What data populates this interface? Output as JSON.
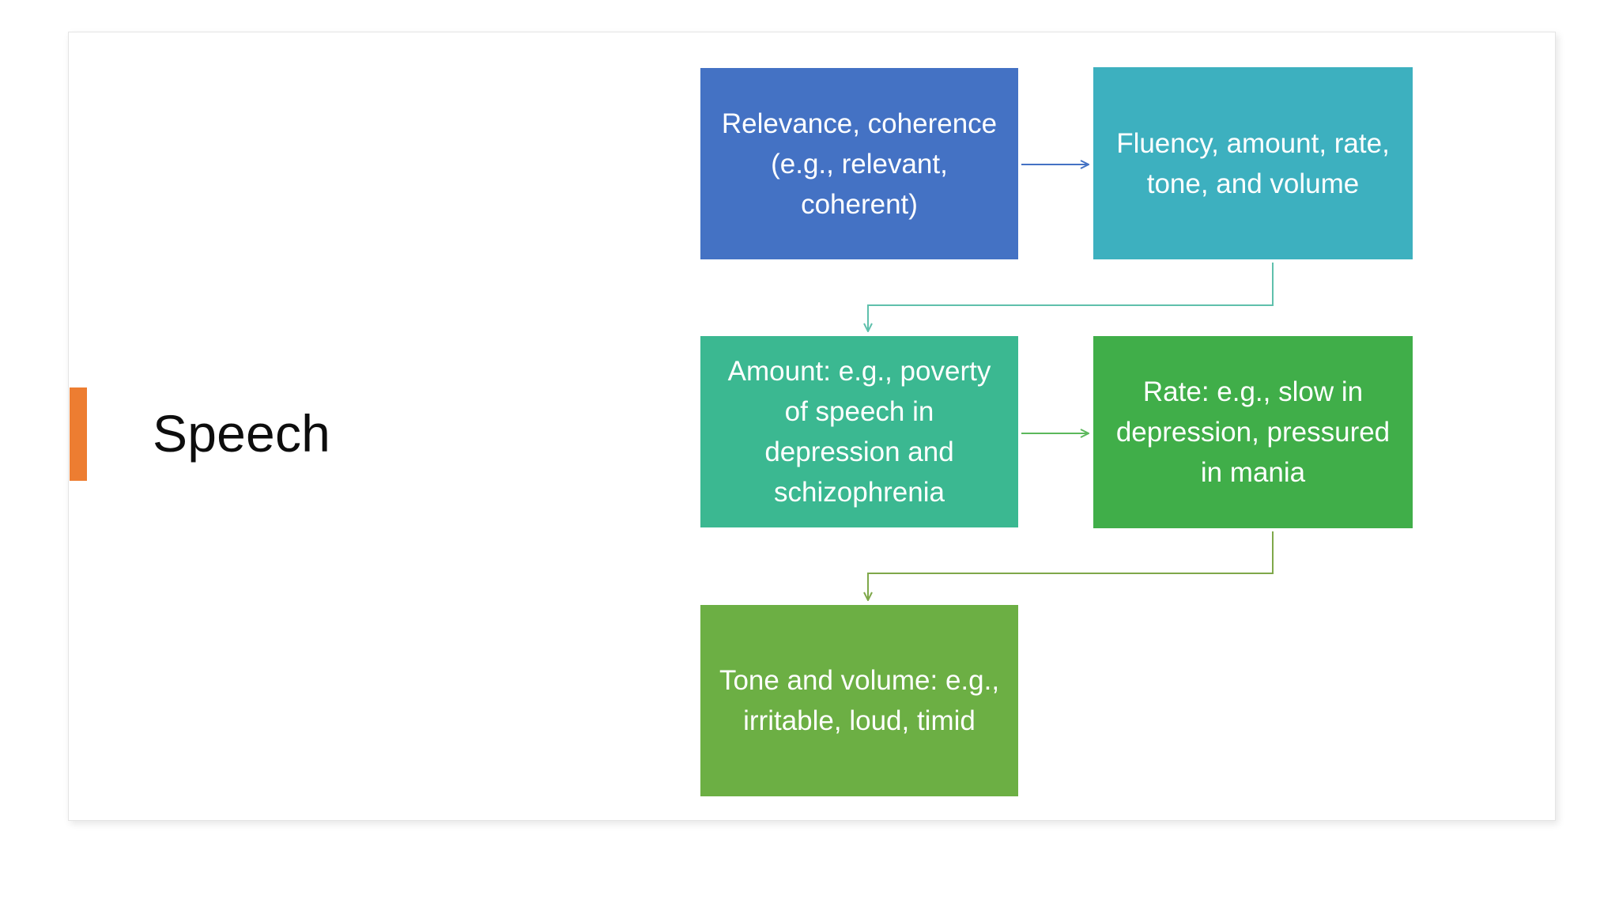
{
  "slide": {
    "title": "Speech",
    "background_color": "#ffffff",
    "frame_border_color": "#e4e4e4",
    "accent_bar_color": "#ED7D31"
  },
  "diagram": {
    "type": "process-flow",
    "boxes": [
      {
        "id": "relevance",
        "label": "Relevance, coherence (e.g., relevant, coherent)",
        "color": "#4472C4",
        "row": 1,
        "column": 1
      },
      {
        "id": "fluency",
        "label": "Fluency, amount, rate, tone, and volume",
        "color": "#3DB0BF",
        "row": 1,
        "column": 2
      },
      {
        "id": "amount",
        "label": "Amount: e.g., poverty of speech in depression and schizophrenia",
        "color": "#3BB891",
        "row": 2,
        "column": 1
      },
      {
        "id": "rate",
        "label": "Rate: e.g., slow in depression, pressured in mania",
        "color": "#40AE49",
        "row": 2,
        "column": 2
      },
      {
        "id": "tone",
        "label": "Tone and volume: e.g., irritable, loud, timid",
        "color": "#6CAF44",
        "row": 3,
        "column": 1
      }
    ],
    "connectors": [
      {
        "id": "relevance-to-fluency",
        "from": "relevance",
        "to": "fluency",
        "shape": "straight",
        "color": "#4472C4"
      },
      {
        "id": "fluency-to-amount",
        "from": "fluency",
        "to": "amount",
        "shape": "elbow",
        "color": "#3DB0BF"
      },
      {
        "id": "amount-to-rate",
        "from": "amount",
        "to": "rate",
        "shape": "straight",
        "color": "#3BB891"
      },
      {
        "id": "rate-to-tone",
        "from": "rate",
        "to": "tone",
        "shape": "elbow",
        "color": "#6CAF44"
      }
    ]
  }
}
